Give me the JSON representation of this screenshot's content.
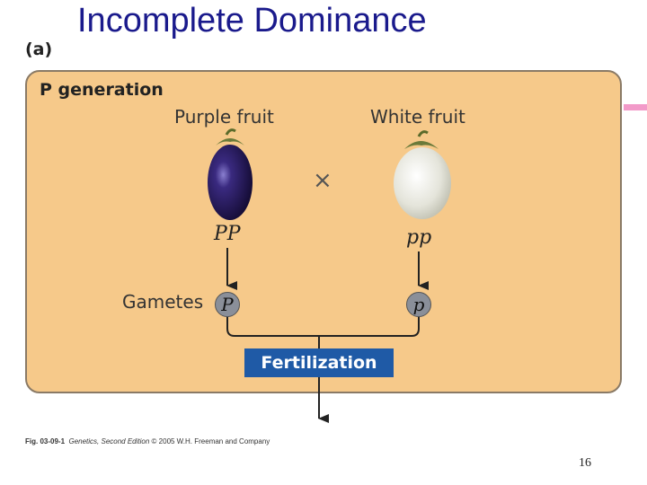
{
  "slide": {
    "title": "Incomplete Dominance",
    "page_number": "16"
  },
  "figure": {
    "part_label": "(a)",
    "panel_title": "P generation",
    "left_parent": {
      "phenotype": "Purple fruit",
      "genotype": "PP",
      "gamete": "P",
      "fruit_color": "#2b1a5e"
    },
    "right_parent": {
      "phenotype": "White fruit",
      "genotype": "pp",
      "gamete": "p",
      "fruit_color": "#e8e8e0"
    },
    "cross_symbol": "×",
    "gametes_label": "Gametes",
    "fertilization_label": "Fertilization",
    "panel_color": "#f6c98a",
    "fertilization_color": "#1f5aa6"
  },
  "credit": {
    "fig": "Fig. 03-09-1",
    "book": "Genetics, Second Edition",
    "copyright": "© 2005 W.H. Freeman and Company"
  }
}
